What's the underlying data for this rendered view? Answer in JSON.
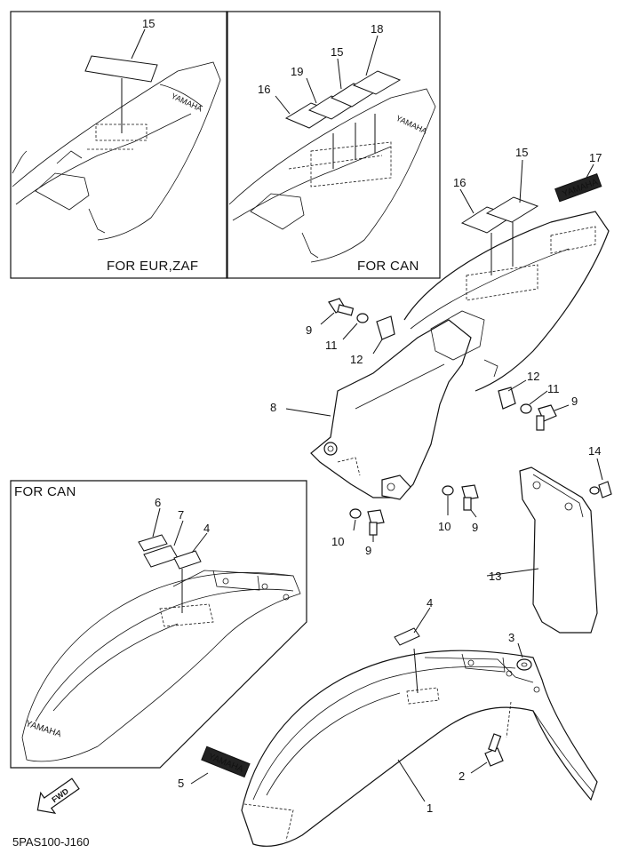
{
  "boxes": {
    "eur_zaf_caption": "FOR EUR,ZAF",
    "can_seat_caption": "FOR CAN",
    "can_front_caption": "FOR CAN"
  },
  "labels": {
    "eur_15": "15",
    "can_16": "16",
    "can_19": "19",
    "can_15": "15",
    "can_18": "18",
    "main_16": "16",
    "main_15": "15",
    "main_17": "17",
    "p9a": "9",
    "p11a": "11",
    "p12a": "12",
    "p12b": "12",
    "p11b": "11",
    "p9b": "9",
    "p8": "8",
    "p10a": "10",
    "p9c": "9",
    "p10b": "10",
    "p9d": "9",
    "p14": "14",
    "p13": "13",
    "can_6": "6",
    "can_7": "7",
    "can_4": "4",
    "p4": "4",
    "p3": "3",
    "p2": "2",
    "p1": "1",
    "p5": "5"
  },
  "decals": {
    "yamaha": "YAMAHA"
  },
  "fwd": "FWD",
  "drawing_code": "5PAS100-J160"
}
